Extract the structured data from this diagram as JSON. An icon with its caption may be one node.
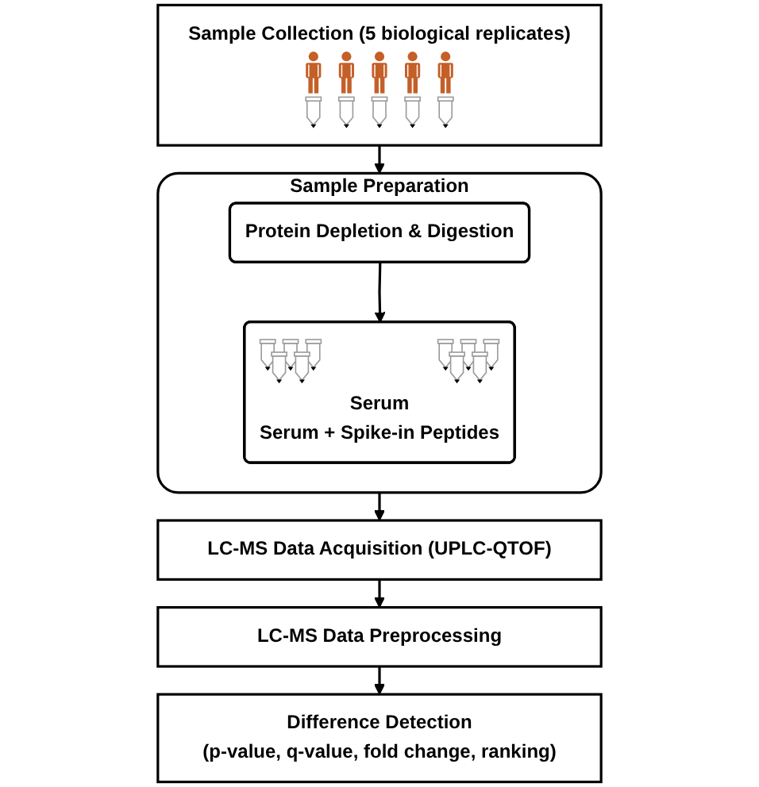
{
  "diagram": {
    "nodes": [
      {
        "text": [
          "Sample Collection (5 biological replicates)"
        ]
      },
      {
        "text": [
          "Sample Preparation"
        ]
      },
      {
        "text": [
          "Protein Depletion & Digestion"
        ],
        "in": 1
      },
      {
        "text": [
          "Serum",
          "Serum + Spike-in Peptides"
        ],
        "in": 1
      },
      {
        "text": [
          "LC-MS Data Acquisition (UPLC-QTOF)"
        ]
      },
      {
        "text": [
          "LC-MS Data Preprocessing"
        ]
      },
      {
        "text": [
          "Difference Detection",
          "(p-value, q-value, fold change, ranking)"
        ]
      }
    ],
    "edges": [
      {
        "from": 0,
        "to": 1,
        "arrow": "to"
      },
      {
        "from": 2,
        "to": 3,
        "arrow": "to"
      },
      {
        "from": 1,
        "to": 4,
        "arrow": "to"
      },
      {
        "from": 4,
        "to": 5,
        "arrow": "to"
      },
      {
        "from": 5,
        "to": 6,
        "arrow": "to"
      }
    ]
  }
}
